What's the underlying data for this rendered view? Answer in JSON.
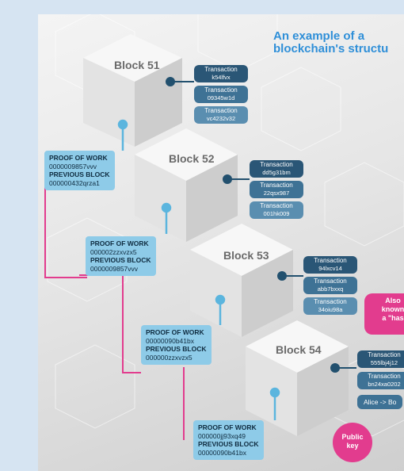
{
  "title": {
    "line1": "An example of a",
    "line2": "blockchain's structu"
  },
  "blocks": [
    {
      "label": "Block 51",
      "transactions": [
        [
          "Transaction",
          "k54lfvx"
        ],
        [
          "Transaction",
          "09345w1d"
        ],
        [
          "Transaction",
          "vc4232v32"
        ]
      ]
    },
    {
      "label": "Block 52",
      "transactions": [
        [
          "Transaction",
          "dd5g31bm"
        ],
        [
          "Transaction",
          "22qsx987"
        ],
        [
          "Transaction",
          "001hk009"
        ]
      ]
    },
    {
      "label": "Block 53",
      "transactions": [
        [
          "Transaction",
          "94lxcv14"
        ],
        [
          "Transaction",
          "abb7bxxq"
        ],
        [
          "Transaction",
          "34oiu98a"
        ]
      ]
    },
    {
      "label": "Block 54",
      "transactions": [
        [
          "Transaction",
          "555lbj4j12"
        ],
        [
          "Transaction",
          "bn24xa0202"
        ]
      ]
    }
  ],
  "proofs": [
    {
      "pow_label": "PROOF OF WORK",
      "pow": "0000009857vvv",
      "prev_label": "PREVIOUS BLOCK",
      "prev": "000000432qrza1"
    },
    {
      "pow_label": "PROOF OF WORK",
      "pow": "000002zzxvzx5",
      "prev_label": "PREVIOUS BLOCK",
      "prev": "0000009857vvv"
    },
    {
      "pow_label": "PROOF OF WORK",
      "pow": "00000090b41bx",
      "prev_label": "PREVIOUS BLOCK",
      "prev": "000000zzxvzx5"
    },
    {
      "pow_label": "PROOF OF WORK",
      "pow": "000000jj93xq49",
      "prev_label": "PREVIOUS BLOCK",
      "prev": "00000090b41bx"
    }
  ],
  "hash_note": {
    "line1": "Also",
    "line2": "known",
    "line3": "a \"has"
  },
  "alice": "Alice -> Bo",
  "public_key": {
    "line1": "Public",
    "line2": "key"
  },
  "colors": {
    "accent": "#2f8fd8",
    "pink": "#e23c8e",
    "proof_box": "#8ecbe8",
    "tx_dark": "#2a5676"
  }
}
